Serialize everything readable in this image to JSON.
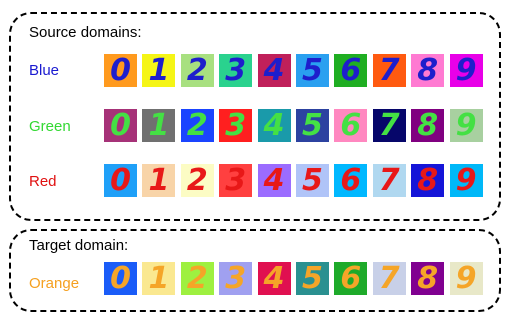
{
  "source_title": "Source domains:",
  "target_title": "Target domain:",
  "domains": [
    {
      "label": "Blue",
      "label_color": "#1a1ad0",
      "digit_color": "#1e1ecc",
      "digits": [
        "0",
        "1",
        "2",
        "3",
        "4",
        "5",
        "6",
        "7",
        "8",
        "9"
      ],
      "backgrounds": [
        "#ff9a1e",
        "#f5f516",
        "#a8e080",
        "#2ad28e",
        "#c0205a",
        "#2aa0f0",
        "#1fae22",
        "#ff5a10",
        "#ff7ad2",
        "#e800e8"
      ]
    },
    {
      "label": "Green",
      "label_color": "#33d833",
      "digit_color": "#44e044",
      "digits": [
        "0",
        "1",
        "2",
        "3",
        "4",
        "5",
        "6",
        "7",
        "8",
        "9"
      ],
      "backgrounds": [
        "#a63278",
        "#707070",
        "#1a44ff",
        "#ff1f1f",
        "#1a9aaa",
        "#2c42a0",
        "#ff88c0",
        "#06066a",
        "#800080",
        "#a8d0a0"
      ]
    },
    {
      "label": "Red",
      "label_color": "#e01010",
      "digit_color": "#e81818",
      "digits": [
        "0",
        "1",
        "2",
        "3",
        "4",
        "5",
        "6",
        "7",
        "8",
        "9"
      ],
      "backgrounds": [
        "#1fa0f8",
        "#f8d4a8",
        "#fcfcc4",
        "#ff4040",
        "#9b6cff",
        "#b0c4f8",
        "#00b8ff",
        "#b0d8f0",
        "#1515d8",
        "#00b8f8"
      ]
    },
    {
      "label": "Orange",
      "label_color": "#f5a020",
      "digit_color": "#f5a528",
      "digits": [
        "0",
        "1",
        "2",
        "3",
        "4",
        "5",
        "6",
        "7",
        "8",
        "9"
      ],
      "backgrounds": [
        "#1a5cf8",
        "#fae890",
        "#9ef040",
        "#a0a0f0",
        "#e01050",
        "#2a9090",
        "#1eaa2a",
        "#c8d0e8",
        "#800090",
        "#e8e8c8"
      ]
    }
  ]
}
